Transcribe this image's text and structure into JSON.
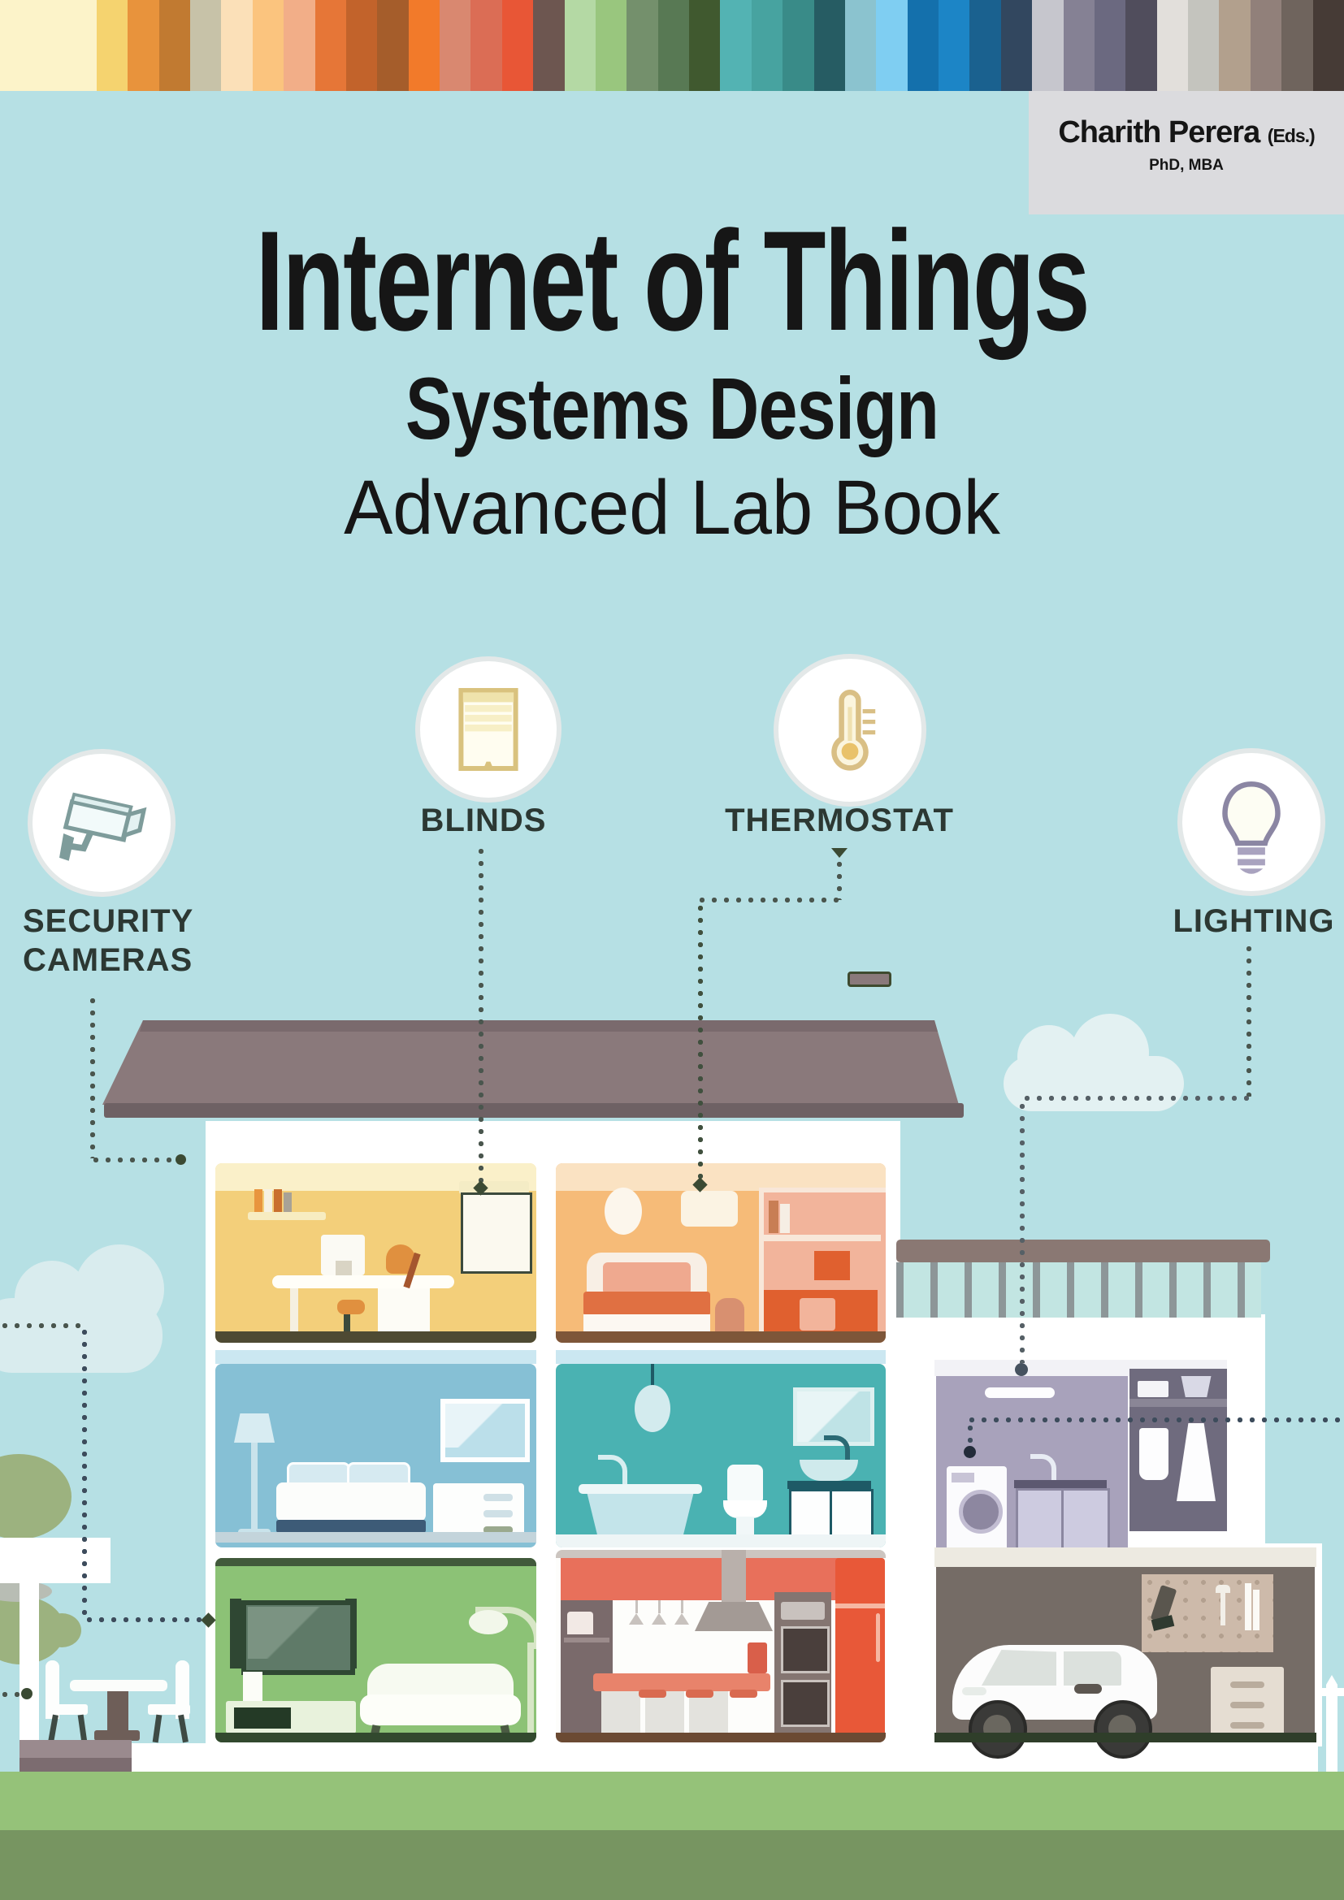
{
  "cover": {
    "page_bg": "#B6E0E4",
    "header_stripes": [
      "#FCF3C9",
      "#F5D36F",
      "#E8933C",
      "#C17A31",
      "#C7C2A8",
      "#FBE0B8",
      "#FBC47E",
      "#F2AE88",
      "#E67637",
      "#C2632B",
      "#A55D2B",
      "#F27A2A",
      "#D98870",
      "#DB6D55",
      "#E85636",
      "#6D5650",
      "#B4D9A4",
      "#99C67E",
      "#74906C",
      "#587954",
      "#40592F",
      "#53B3B3",
      "#47A3A0",
      "#398B88",
      "#265C63",
      "#8BC3CF",
      "#7FCEF2",
      "#1470AC",
      "#1C85C6",
      "#1A618F",
      "#32475F",
      "#C6C6CD",
      "#858194",
      "#6B6980",
      "#504D5C",
      "#E2DFDB",
      "#C4C4BE",
      "#B2A08D",
      "#91807A",
      "#6F645D",
      "#463B36"
    ],
    "author_box": {
      "bg": "#DBDBDE",
      "name": "Charith Perera",
      "eds": "(Eds.)",
      "degrees": "PhD, MBA"
    },
    "titles": {
      "main": "Internet of Things",
      "subtitle": "Systems Design",
      "edition": "Advanced Lab Book"
    },
    "iot_labels": {
      "blinds": "BLINDS",
      "thermostat": "THERMOSTAT",
      "security_line1": "SECURITY",
      "security_line2": "CAMERAS",
      "lighting": "LIGHTING"
    },
    "icons": [
      "security-camera-icon",
      "window-blinds-icon",
      "thermometer-icon",
      "light-bulb-icon"
    ],
    "house": {
      "roof": "#8A797B",
      "roof_edge": "#6E6164",
      "wall": "#FFFFFF",
      "office_wall": "#F3CF7A",
      "kids_wall": "#F6BB78",
      "bedroom_wall": "#86C0D5",
      "bathroom_wall": "#4AB2B2",
      "living_wall": "#8CC276",
      "kitchen_cabinet": "#E8705B",
      "laundry_wall": "#A8A2BB",
      "garage_wall": "#756C66",
      "balcony_glass": "#C2E5E2"
    },
    "ground": {
      "grass_light": "#95C279",
      "grass_dark": "#779561"
    },
    "connector_color": "#4A564E"
  }
}
